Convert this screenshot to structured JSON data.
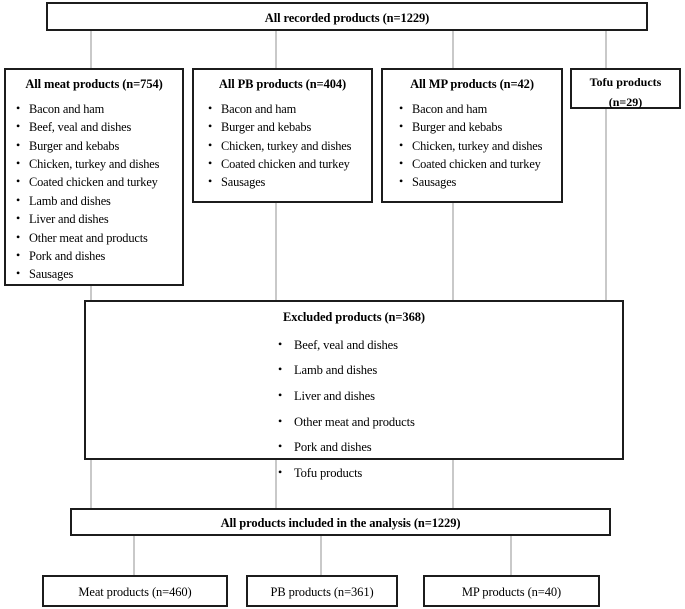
{
  "diagram": {
    "title_box": {
      "label": "All recorded products (n=1229)"
    },
    "category_boxes": [
      {
        "title": "All meat products (n=754)",
        "items": [
          "Bacon and ham",
          "Beef, veal and dishes",
          "Burger and kebabs",
          "Chicken, turkey and dishes",
          "Coated chicken and turkey",
          "Lamb and dishes",
          "Liver and dishes",
          "Other meat and products",
          "Pork and dishes",
          "Sausages"
        ]
      },
      {
        "title": "All PB products (n=404)",
        "items": [
          "Bacon and ham",
          "Burger and kebabs",
          "Chicken, turkey and dishes",
          "Coated chicken and turkey",
          "Sausages"
        ]
      },
      {
        "title": "All MP products (n=42)",
        "items": [
          "Bacon and ham",
          "Burger and kebabs",
          "Chicken, turkey and dishes",
          "Coated chicken and turkey",
          "Sausages"
        ]
      }
    ],
    "tofu_box": {
      "line1": "Tofu products",
      "line2": "(n=29)"
    },
    "excluded_box": {
      "title": "Excluded products (n=368)",
      "items": [
        "Beef, veal and dishes",
        "Lamb and dishes",
        "Liver and dishes",
        "Other meat and products",
        "Pork and dishes",
        "Tofu products"
      ]
    },
    "included_box": {
      "label": "All products included in the analysis (n=1229)"
    },
    "outcome_boxes": [
      {
        "label": "Meat products (n=460)"
      },
      {
        "label": "PB products (n=361)"
      },
      {
        "label": "MP products (n=40)"
      }
    ],
    "colors": {
      "box_border": "#1c1c1c",
      "connector": "#c9c9c9",
      "background": "#ffffff",
      "text": "#000000"
    }
  }
}
